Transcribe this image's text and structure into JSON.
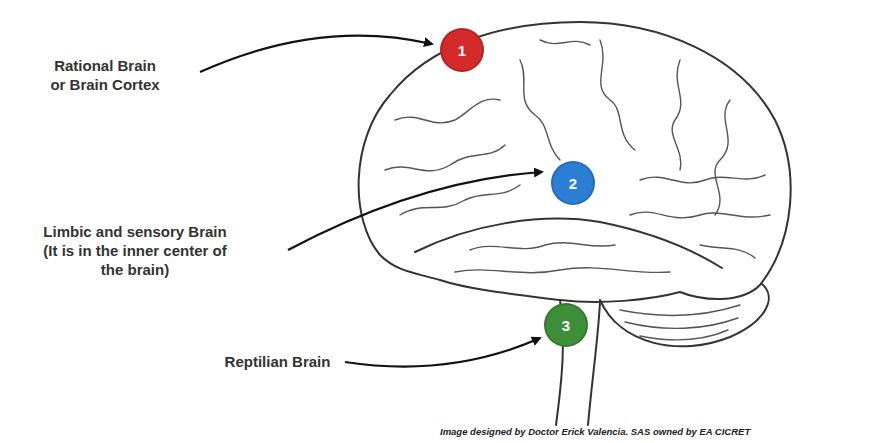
{
  "diagram": {
    "nodes": [
      {
        "text": [
          "1"
        ]
      },
      {
        "text": [
          "2"
        ]
      },
      {
        "text": [
          "3"
        ]
      }
    ],
    "labels": [
      "Rational Brain or Brain Cortex",
      "Limbic and sensory Brain (It is in the inner center of the brain)",
      "Reptilian Brain",
      "Image designed by Doctor Erick Valencia. SAS owned by EA CICRET"
    ]
  }
}
